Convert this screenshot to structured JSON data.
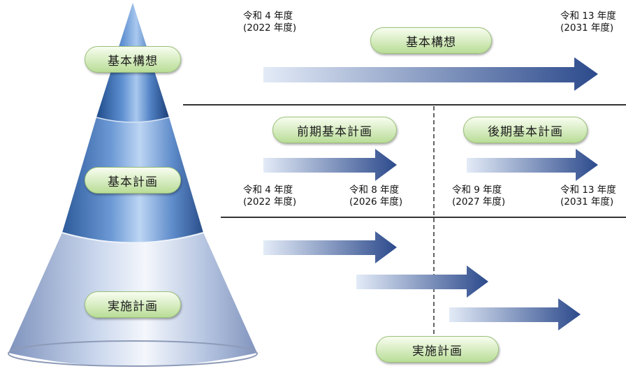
{
  "diagram": {
    "cone_labels": {
      "top": "基本構想",
      "middle": "基本計画",
      "bottom": "実施計画"
    },
    "basic_concept": {
      "title": "基本構想",
      "start_line1": "令和 4 年度",
      "start_line2": "(2022 年度)",
      "end_line1": "令和 13 年度",
      "end_line2": "(2031 年度)"
    },
    "basic_plan": {
      "first_title": "前期基本計画",
      "second_title": "後期基本計画",
      "first_start_line1": "令和 4 年度",
      "first_start_line2": "(2022 年度)",
      "first_end_line1": "令和 8 年度",
      "first_end_line2": "(2026 年度)",
      "second_start_line1": "令和 9 年度",
      "second_start_line2": "(2027 年度)",
      "second_end_line1": "令和 13 年度",
      "second_end_line2": "(2031 年度)"
    },
    "implementation": {
      "title": "実施計画"
    },
    "colors": {
      "arrow_start": "#e3ebf7",
      "arrow_end": "#2c4a8c",
      "pill_fill": "#dcefc8",
      "cone_top": "#3f6fae",
      "cone_bottom": "#c2cfe6"
    }
  }
}
